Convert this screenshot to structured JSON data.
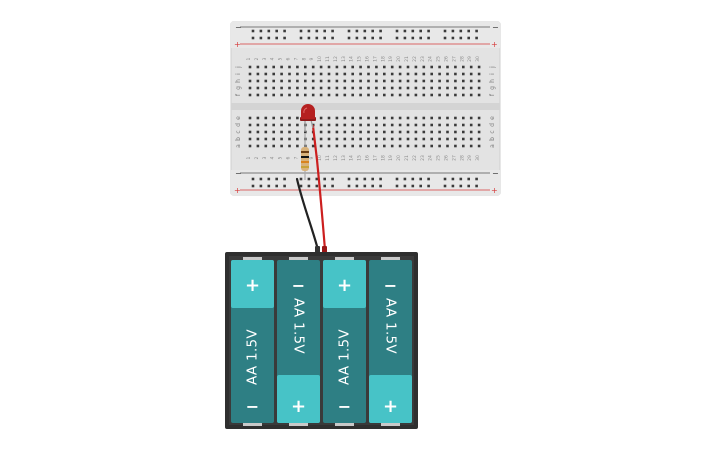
{
  "breadboard": {
    "columns": 30,
    "rows_top": [
      "j",
      "i",
      "h",
      "g",
      "f"
    ],
    "rows_bottom": [
      "e",
      "d",
      "c",
      "b",
      "a"
    ],
    "rail_plus": "+",
    "rail_minus": "−",
    "colors": {
      "body": "#e5e5e5",
      "hole": "#3a3a3a",
      "rail_red": "#d63b3b",
      "rail_black": "#444444"
    }
  },
  "led": {
    "color": "#b52020"
  },
  "resistor": {
    "color": "#d9b27a"
  },
  "wires": {
    "black": "#222222",
    "red": "#cc1f1f"
  },
  "battery_pack": {
    "case_color": "#2f2f2f",
    "cells": [
      {
        "label": "AA 1.5V",
        "top_terminal": "+",
        "bottom_terminal": "−"
      },
      {
        "label": "AA 1.5V",
        "top_terminal": "−",
        "bottom_terminal": "+"
      },
      {
        "label": "AA 1.5V",
        "top_terminal": "+",
        "bottom_terminal": "−"
      },
      {
        "label": "AA 1.5V",
        "top_terminal": "−",
        "bottom_terminal": "+"
      }
    ],
    "colors": {
      "cell": "#2e7f84",
      "cap": "#47c3c7"
    }
  }
}
